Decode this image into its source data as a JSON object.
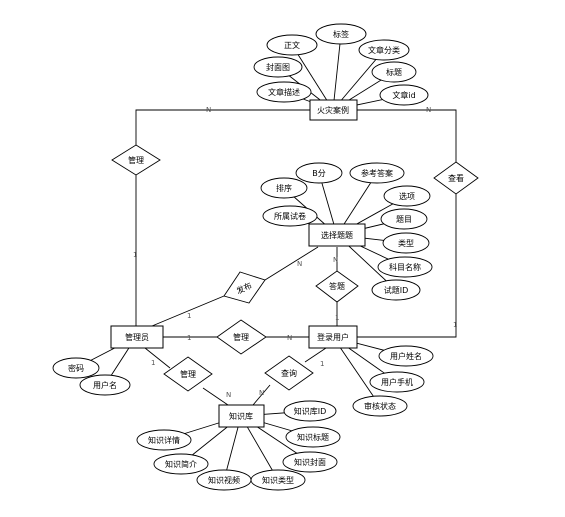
{
  "entities": {
    "fire_case": "火灾案例",
    "exercise": "选择题题",
    "admin": "管理员",
    "login_user": "登录用户",
    "knowledge": "知识库"
  },
  "attributes": {
    "fire_case": [
      "正文",
      "标签",
      "封面图",
      "文章分类",
      "文章描述",
      "标题",
      "文章id"
    ],
    "exercise": [
      "B分",
      "参考答案",
      "排序",
      "选项",
      "所属试卷",
      "题目",
      "类型",
      "科目名称",
      "试题ID"
    ],
    "login_user": [
      "用户姓名",
      "用户手机",
      "审核状态"
    ],
    "admin": [
      "密码",
      "用户名"
    ],
    "knowledge": [
      "知识库ID",
      "知识详情",
      "知识标题",
      "知识简介",
      "知识封面",
      "知识视频",
      "知识类型"
    ]
  },
  "relationships": {
    "manage_case": "管理",
    "view_case": "查看",
    "publish": "发布",
    "answer": "答题",
    "manage_user": "管理",
    "manage_knowledge": "管理",
    "view_knowledge": "查询"
  },
  "cardinality": {
    "n": "N",
    "one": "1"
  }
}
